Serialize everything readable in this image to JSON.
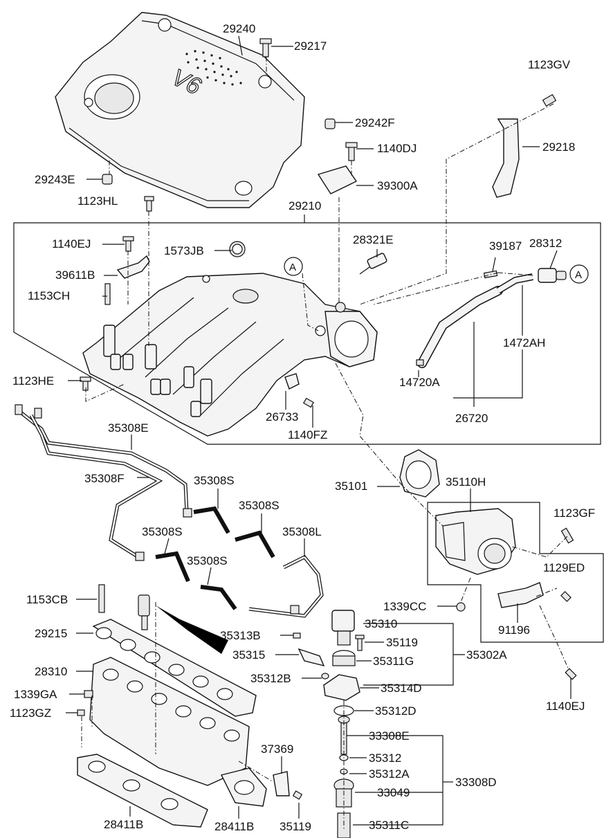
{
  "colors": {
    "line": "#111111",
    "part_fill": "#f4f4f4",
    "background": "#ffffff",
    "accent_black": "#000000"
  },
  "cover_text": "V6",
  "reference_markers": {
    "a1": "A",
    "a2": "A"
  },
  "labels": {
    "p29240": "29240",
    "p29217": "29217",
    "p1123GV": "1123GV",
    "p29242F": "29242F",
    "p29218": "29218",
    "p1140DJ": "1140DJ",
    "p29243E": "29243E",
    "p39300A": "39300A",
    "p1123HL": "1123HL",
    "p29210": "29210",
    "p1140EJ_a": "1140EJ",
    "p1573JB": "1573JB",
    "p28321E": "28321E",
    "p39187": "39187",
    "p28312": "28312",
    "p39611B": "39611B",
    "p1153CH": "1153CH",
    "p1472AH": "1472AH",
    "p1123HE": "1123HE",
    "p14720A": "14720A",
    "p26733": "26733",
    "p1140FZ": "1140FZ",
    "p26720": "26720",
    "p35308E": "35308E",
    "p35308F": "35308F",
    "p35308S_1": "35308S",
    "p35101": "35101",
    "p35110H": "35110H",
    "p35308S_2": "35308S",
    "p1123GF": "1123GF",
    "p35308S_3": "35308S",
    "p35308L": "35308L",
    "p35308S_4": "35308S",
    "p1129ED": "1129ED",
    "p1153CB": "1153CB",
    "p1339CC": "1339CC",
    "p35310": "35310",
    "p91196": "91196",
    "p29215": "29215",
    "p35313B": "35313B",
    "p35119_a": "35119",
    "p35315": "35315",
    "p35311G": "35311G",
    "p35302A": "35302A",
    "p28310": "28310",
    "p35312B": "35312B",
    "p35314D": "35314D",
    "p1140EJ_b": "1140EJ",
    "p1339GA": "1339GA",
    "p35312D": "35312D",
    "p1123GZ": "1123GZ",
    "p33308E": "33308E",
    "p37369": "37369",
    "p35312": "35312",
    "p35312A": "35312A",
    "p33308D": "33308D",
    "p33049": "33049",
    "p28411B_a": "28411B",
    "p28411B_b": "28411B",
    "p35119_b": "35119",
    "p35311C": "35311C"
  }
}
